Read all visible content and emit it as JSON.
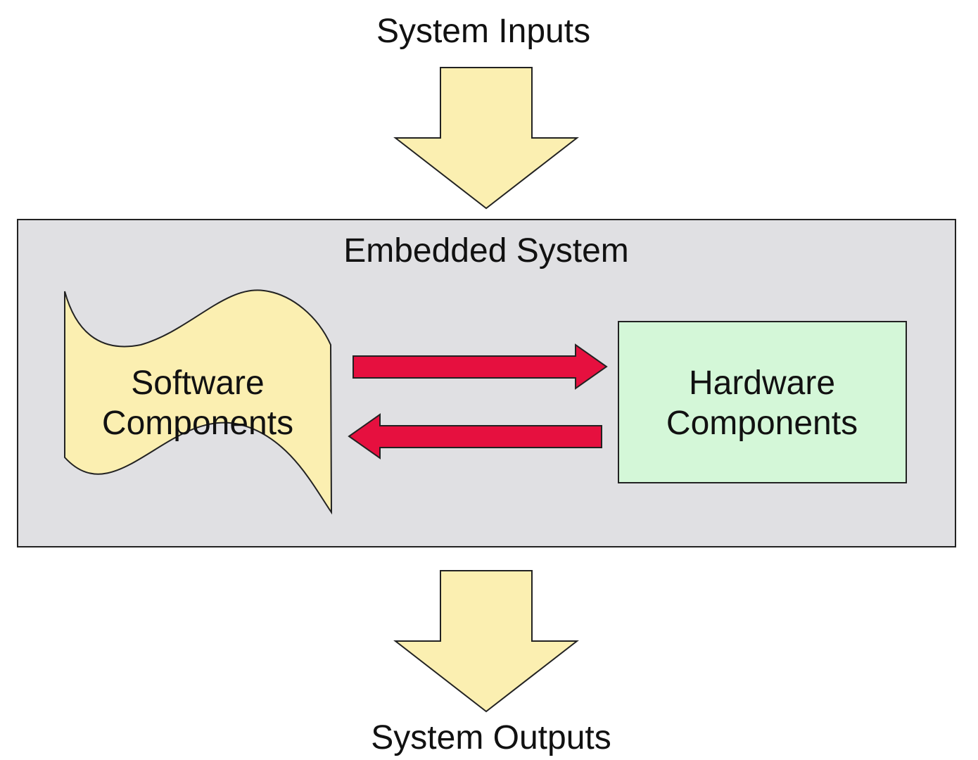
{
  "labels": {
    "system_inputs": "System Inputs",
    "embedded_system": "Embedded System",
    "software_line1": "Software",
    "software_line2": "Components",
    "hardware_line1": "Hardware",
    "hardware_line2": "Components",
    "system_outputs": "System Outputs"
  },
  "colors": {
    "io_arrow_fill": "#fbefb1",
    "embedded_box_fill": "#e0e0e3",
    "software_fill": "#fbefb1",
    "hardware_fill": "#d4f7d8",
    "data_arrow_fill": "#e6103f",
    "stroke": "#222222"
  }
}
